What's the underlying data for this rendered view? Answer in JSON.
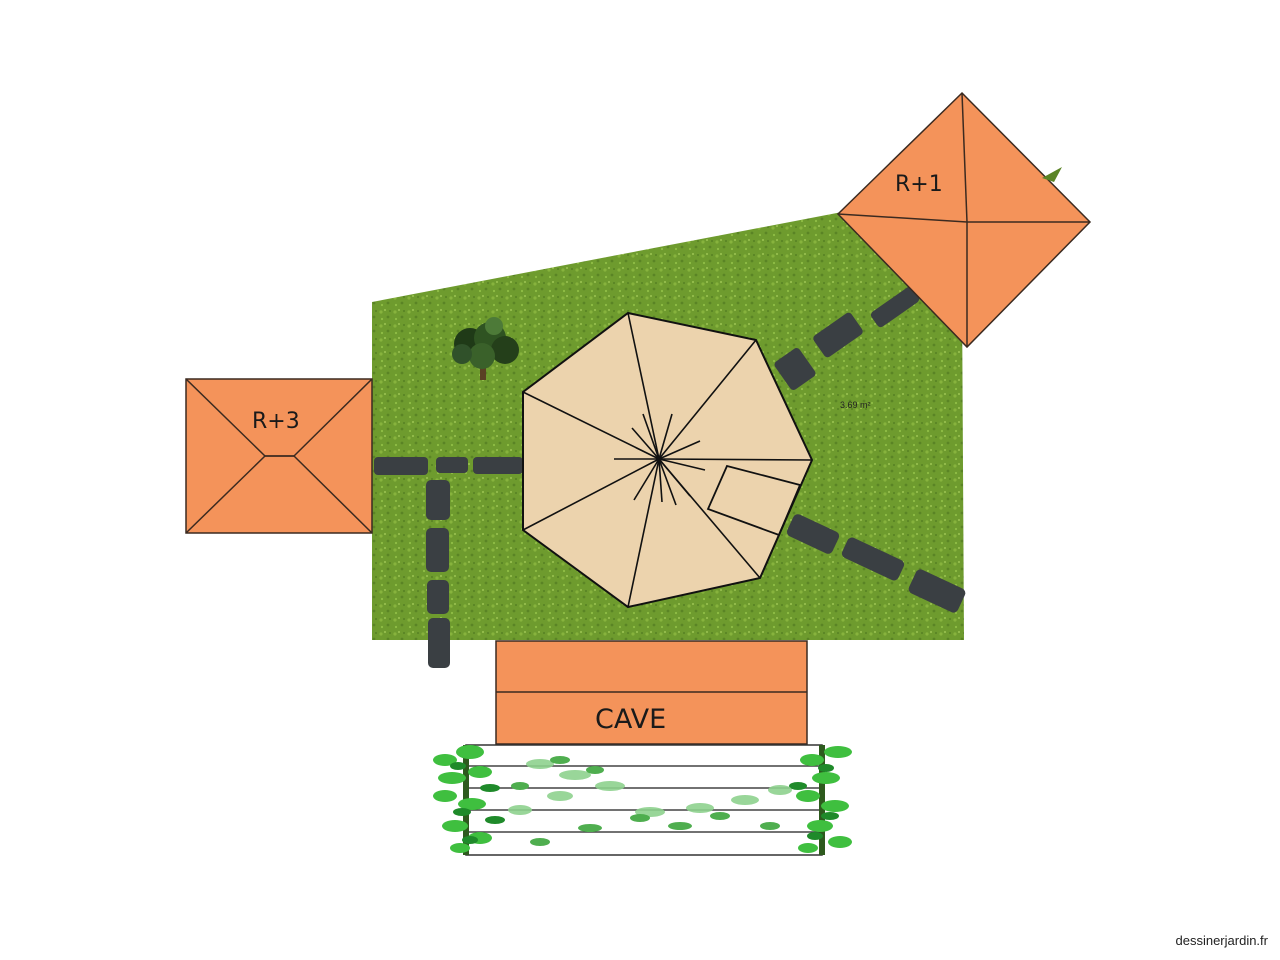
{
  "colors": {
    "grass": "#6e9b2e",
    "roof": "#f4935a",
    "gazebo": "#ecd3ad",
    "stone": "#3a3f43",
    "leaf": "#3fbf3f",
    "outline": "#3b2a20"
  },
  "buildings": {
    "r3_label": "R+3",
    "r1_label": "R+1",
    "cave_label": "CAVE"
  },
  "gazebo": {
    "area_label": "3.69 m²"
  },
  "decor": {
    "tree": "tree-icon",
    "pergola": "pergola-with-vines"
  },
  "footer": {
    "watermark": "dessinerjardin.fr"
  }
}
